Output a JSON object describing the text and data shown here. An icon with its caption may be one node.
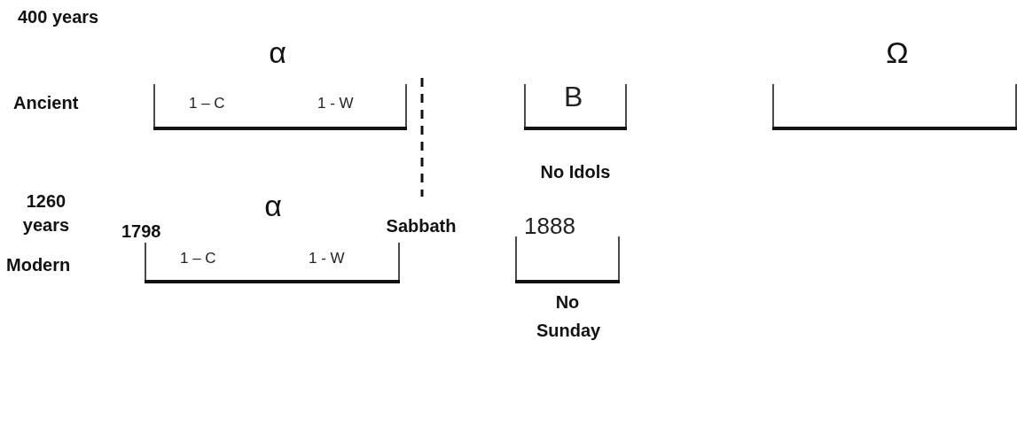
{
  "diagram": {
    "nodes": [
      {
        "text": [
          "1 – C",
          "1 - W"
        ],
        "beside": [
          "α"
        ]
      },
      {
        "text": [
          "B"
        ],
        "beside": [
          "No Idols"
        ]
      },
      {
        "text": [],
        "shape": "bar",
        "beside": [
          "Ω"
        ]
      },
      {
        "text": [
          "1 – C",
          "1 - W"
        ],
        "beside": [
          "α"
        ]
      },
      {
        "text": [
          "1888"
        ],
        "beside": [
          "No Sunday"
        ]
      }
    ],
    "edges": [],
    "labels": [
      "400 years",
      "Ancient",
      "Sabbath",
      "1260 years",
      "1798",
      "Modern"
    ]
  }
}
